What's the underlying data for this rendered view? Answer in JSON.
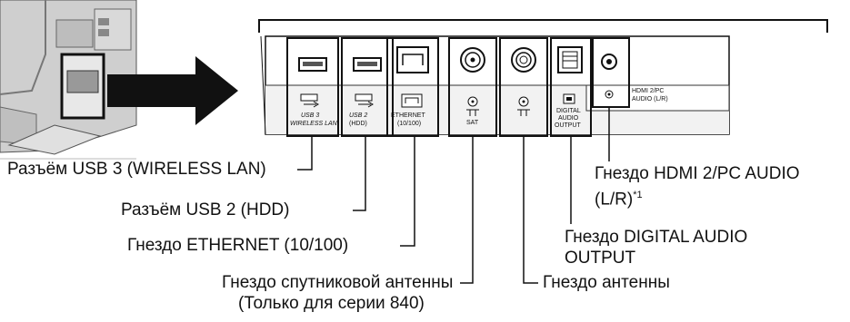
{
  "panel_labels": {
    "usb3_line1": "USB 3",
    "usb3_line2": "WIRELESS LAN",
    "usb2_line1": "USB 2",
    "usb2_line2": "(HDD)",
    "ethernet_line1": "ETHERNET",
    "ethernet_line2": "(10/100)",
    "sat": "SAT",
    "digital_line1": "DIGITAL",
    "digital_line2": "AUDIO",
    "digital_line3": "OUTPUT",
    "hdmi_line1": "HDMI 2/PC",
    "hdmi_line2": "AUDIO (L/R)"
  },
  "callouts": {
    "usb3": "Разъём USB 3 (WIRELESS LAN)",
    "usb2": "Разъём USB 2 (HDD)",
    "ethernet": "Гнездо ETHERNET (10/100)",
    "sat_line1": "Гнездо спутниковой антенны",
    "sat_line2": "(Только для серии 840)",
    "antenna": "Гнездо антенны",
    "digital_line1": "Гнездо DIGITAL AUDIO",
    "digital_line2": "OUTPUT",
    "hdmi_line1": "Гнездо HDMI 2/PC AUDIO",
    "hdmi_line2": "(L/R)",
    "hdmi_note": "*1"
  }
}
